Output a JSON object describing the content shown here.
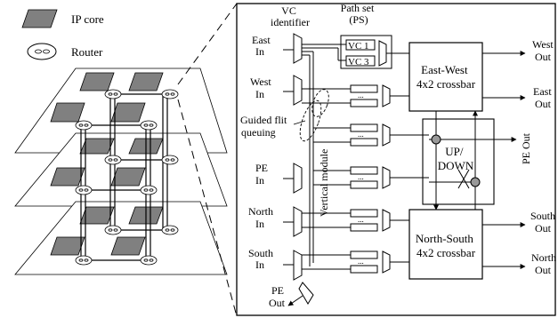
{
  "legend": {
    "ip_core": "IP core",
    "router": "Router"
  },
  "router_detail": {
    "vc_identifier": [
      "VC",
      "identifier"
    ],
    "path_set": [
      "Path set",
      "(PS)"
    ],
    "vc_labels": [
      "VC 1",
      "VC 3"
    ],
    "guided_flit_queuing": [
      "Guided flit",
      "queuing"
    ],
    "vertical_module": "Vertical module",
    "inputs": [
      [
        "East",
        "In"
      ],
      [
        "West",
        "In"
      ],
      [
        "PE",
        "In"
      ],
      [
        "North",
        "In"
      ],
      [
        "South",
        "In"
      ]
    ],
    "pe_out_bottom": [
      "PE",
      "Out"
    ],
    "east_west_crossbar": [
      "East-West",
      "4x2 crossbar"
    ],
    "north_south_crossbar": [
      "North-South",
      "4x2 crossbar"
    ],
    "up_down": [
      "UP/",
      "DOWN"
    ],
    "pe_out_right": "PE Out",
    "outputs": [
      [
        "West",
        "Out"
      ],
      [
        "East",
        "Out"
      ],
      [
        "South",
        "Out"
      ],
      [
        "North",
        "Out"
      ]
    ],
    "buffer_dots": "..."
  }
}
